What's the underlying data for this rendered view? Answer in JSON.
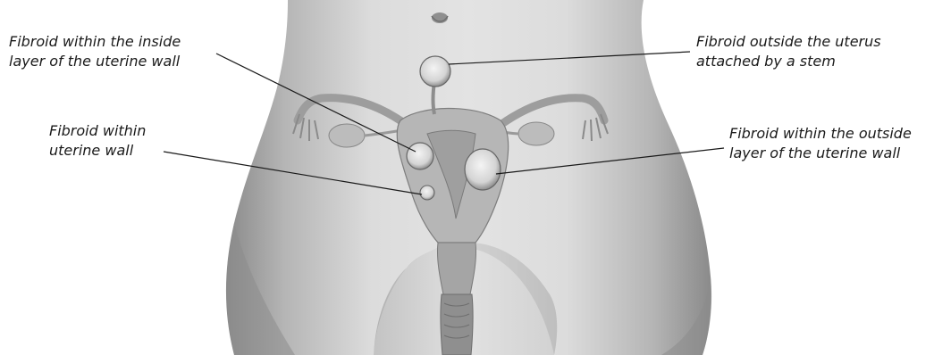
{
  "labels": {
    "inside_layer": {
      "line1": "Fibroid within the inside",
      "line2": "layer of the uterine wall"
    },
    "within_wall": {
      "line1": "Fibroid within",
      "line2": "uterine wall"
    },
    "stem": {
      "line1": "Fibroid outside the uterus",
      "line2": "attached by a stem"
    },
    "outside_layer": {
      "line1": "Fibroid within the outside",
      "line2": "layer of the uterine wall"
    }
  },
  "colors": {
    "skin_light": "#d8d8d8",
    "skin_mid": "#a9a9a9",
    "skin_dark": "#7d7d7d",
    "organ": "#b9b9b9",
    "fibroid": "#e6e6e6",
    "leader_line": "#1a1a1a"
  }
}
